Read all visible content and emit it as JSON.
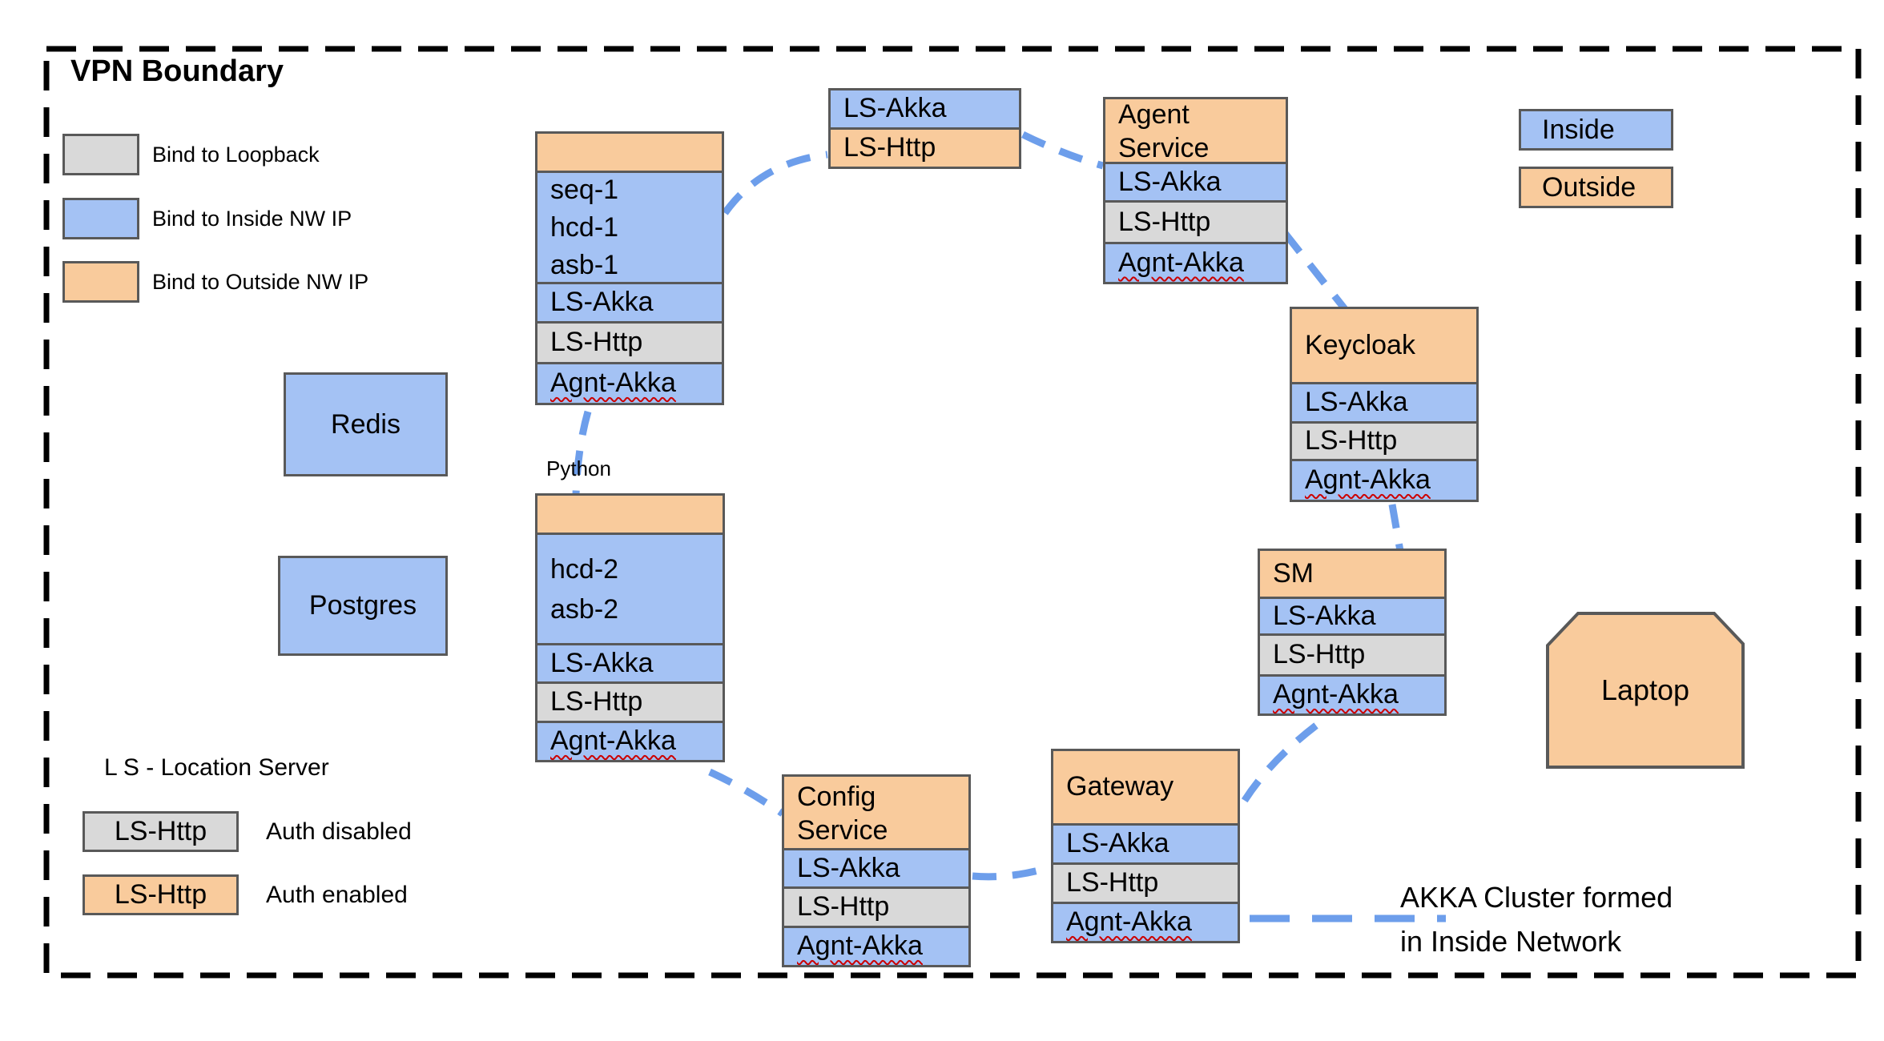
{
  "title": "VPN Boundary",
  "colors": {
    "loopback_fill": "#d9d9d9",
    "inside_fill": "#a4c2f4",
    "outside_fill": "#f9cb9c",
    "box_border": "#595959",
    "connector_blue": "#6d9eeb",
    "boundary_black": "#000000",
    "squiggle_red": "#cc0000"
  },
  "bind_legend": {
    "loopback": "Bind to Loopback",
    "inside": "Bind to Inside NW IP",
    "outside": "Bind to Outside NW IP"
  },
  "nw_legend": {
    "inside": "Inside",
    "outside": "Outside"
  },
  "nodes": {
    "redis": "Redis",
    "postgres": "Postgres",
    "laptop": "Laptop",
    "node1": {
      "body": [
        "seq-1",
        "hcd-1",
        "asb-1"
      ],
      "rows": [
        "LS-Akka",
        "LS-Http",
        "Agnt-Akka"
      ]
    },
    "node2": {
      "caption": "Python",
      "body": [
        "hcd-2",
        "asb-2"
      ],
      "rows": [
        "LS-Akka",
        "LS-Http",
        "Agnt-Akka"
      ]
    },
    "pair": {
      "rows": [
        "LS-Akka",
        "LS-Http"
      ]
    },
    "agent": {
      "title": [
        "Agent",
        "Service"
      ],
      "rows": [
        "LS-Akka",
        "LS-Http",
        "Agnt-Akka"
      ]
    },
    "keycloak": {
      "title": "Keycloak",
      "rows": [
        "LS-Akka",
        "LS-Http",
        "Agnt-Akka"
      ]
    },
    "sm": {
      "title": "SM",
      "rows": [
        "LS-Akka",
        "LS-Http",
        "Agnt-Akka"
      ]
    },
    "gateway": {
      "title": "Gateway",
      "rows": [
        "LS-Akka",
        "LS-Http",
        "Agnt-Akka"
      ]
    },
    "config": {
      "title": [
        "Config",
        "Service"
      ],
      "rows": [
        "LS-Akka",
        "LS-Http",
        "Agnt-Akka"
      ]
    }
  },
  "ls_legend": {
    "title": "L S - Location Server",
    "box_label": "LS-Http",
    "disabled": "Auth disabled",
    "enabled": "Auth enabled"
  },
  "akka_note": [
    "AKKA Cluster formed",
    "in Inside Network"
  ]
}
